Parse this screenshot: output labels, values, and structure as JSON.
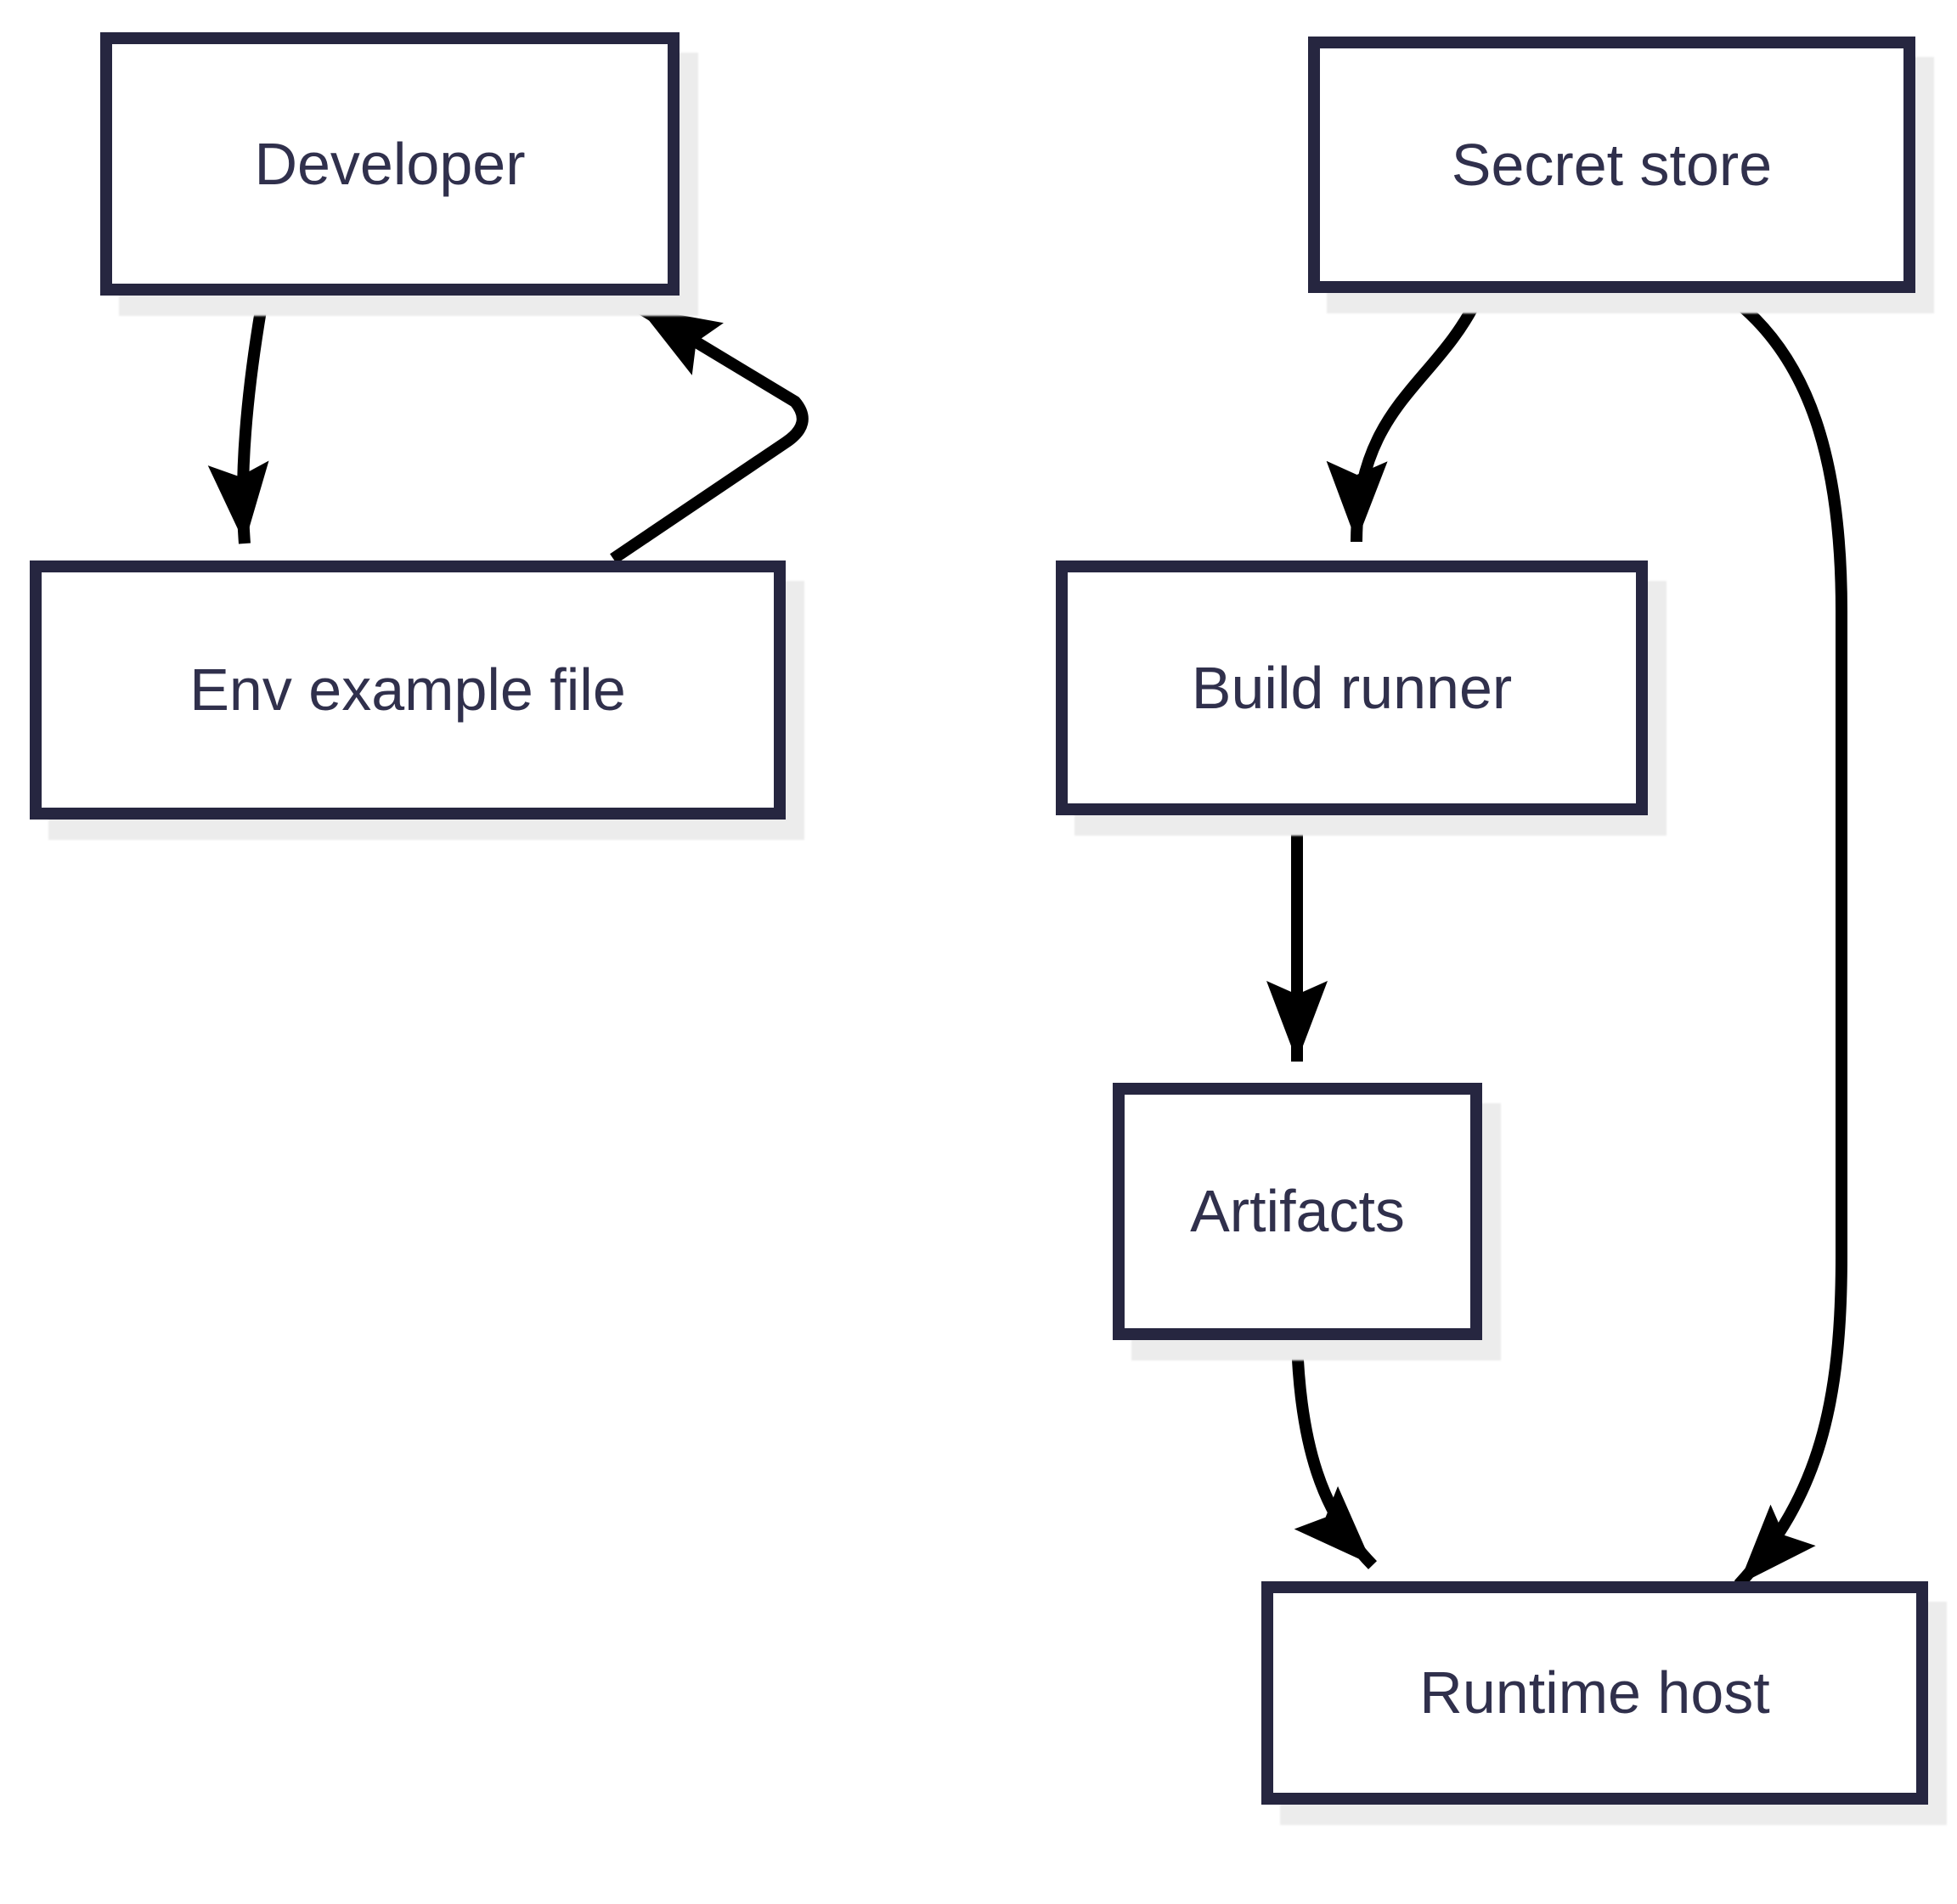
{
  "diagram": {
    "colors": {
      "background": "#ffffff",
      "node_fill": "#ffffff",
      "node_border": "#262640",
      "node_text": "#30304c",
      "arrow": "#000000",
      "shadow": "#ececec"
    },
    "nodes": [
      {
        "id": "developer",
        "label": "Developer"
      },
      {
        "id": "env-example-file",
        "label": "Env example file"
      },
      {
        "id": "secret-store",
        "label": "Secret store"
      },
      {
        "id": "build-runner",
        "label": "Build runner"
      },
      {
        "id": "artifacts",
        "label": "Artifacts"
      },
      {
        "id": "runtime-host",
        "label": "Runtime host"
      }
    ],
    "edges": [
      {
        "from": "developer",
        "to": "env-example-file"
      },
      {
        "from": "env-example-file",
        "to": "developer"
      },
      {
        "from": "secret-store",
        "to": "build-runner"
      },
      {
        "from": "secret-store",
        "to": "runtime-host"
      },
      {
        "from": "build-runner",
        "to": "artifacts"
      },
      {
        "from": "artifacts",
        "to": "runtime-host"
      }
    ]
  }
}
